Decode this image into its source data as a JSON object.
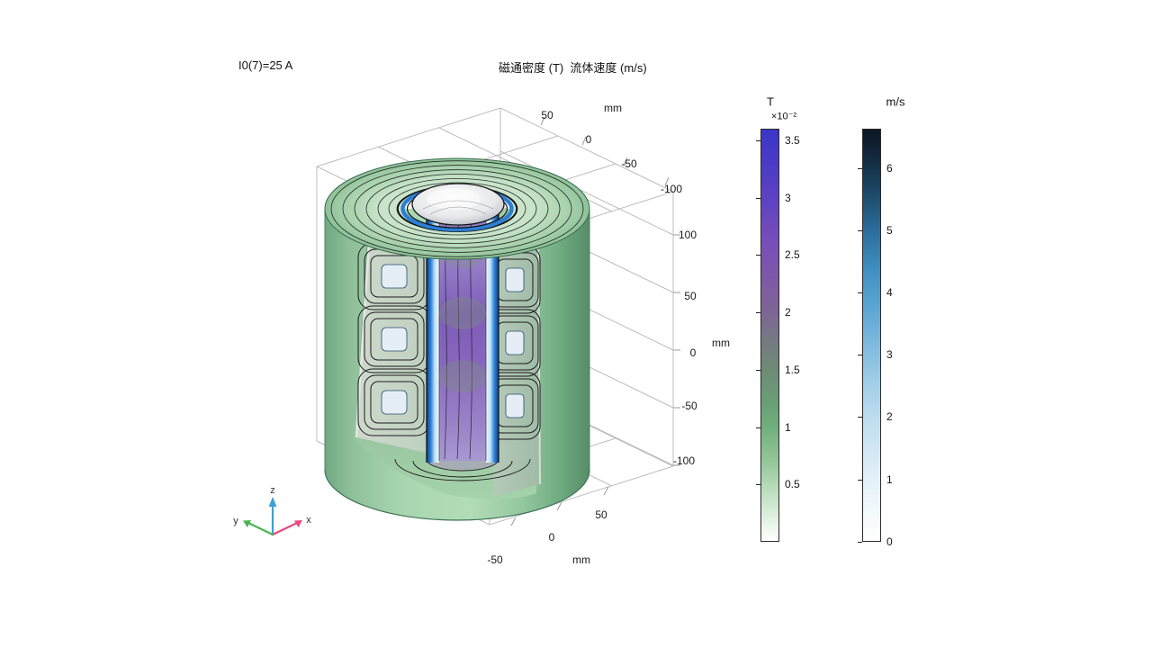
{
  "titles": {
    "param": "I0(7)=25 A",
    "plot": "磁通密度 (T)  流体速度 (m/s)"
  },
  "axes": {
    "y_top": {
      "ticks": [
        "50",
        "0",
        "-50",
        "-100"
      ],
      "unit": "mm"
    },
    "z_right": {
      "ticks": [
        "100",
        "50",
        "0",
        "-50",
        "-100"
      ],
      "unit": "mm"
    },
    "x_bottom": {
      "ticks": [
        "50",
        "0",
        "-50"
      ],
      "unit": "mm"
    }
  },
  "triad": {
    "x": "x",
    "y": "y",
    "z": "z"
  },
  "colorbars": {
    "T": {
      "label": "T",
      "multiplier": "×10⁻²",
      "ticks": [
        "3.5",
        "3",
        "2.5",
        "2",
        "1.5",
        "1",
        "0.5"
      ],
      "top_color": "#3a36c8",
      "bottom_color": "#ffffff"
    },
    "velocity": {
      "label": "m/s",
      "ticks": [
        "6",
        "5",
        "4",
        "3",
        "2",
        "1",
        "0"
      ],
      "top_color": "#0c1623",
      "bottom_color": "#ffffff"
    }
  },
  "chart_data": {
    "type": "heatmap",
    "title": "磁通密度 (T)  流体速度 (m/s)",
    "annotation": "I0(7)=25 A",
    "plot_kind": "3D cutaway cylinder simulation view: magnetic flux density contours with fluid velocity color surface",
    "axes": {
      "x": {
        "unit": "mm",
        "ticks": [
          50,
          0,
          -50
        ]
      },
      "y": {
        "unit": "mm",
        "ticks": [
          50,
          0,
          -50,
          -100
        ]
      },
      "z": {
        "unit": "mm",
        "ticks": [
          100,
          50,
          0,
          -50,
          -100
        ]
      }
    },
    "colorbars": [
      {
        "name": "磁通密度",
        "unit": "T",
        "scale_multiplier": "×10⁻²",
        "min": 0,
        "max": 3.6,
        "tick_values": [
          3.5,
          3,
          2.5,
          2,
          1.5,
          1,
          0.5
        ],
        "gradient_top_to_bottom": [
          "#3a36c8",
          "#5e42c2",
          "#7a4fb8",
          "#7d6595",
          "#6f8a76",
          "#6fae7c",
          "#95c79a",
          "#c2e2c4",
          "#ffffff"
        ]
      },
      {
        "name": "流体速度",
        "unit": "m/s",
        "min": 0,
        "max": 6.6,
        "tick_values": [
          6,
          5,
          4,
          3,
          2,
          1,
          0
        ],
        "gradient_top_to_bottom": [
          "#0c1623",
          "#1c4766",
          "#2b6f9e",
          "#3f8fc0",
          "#7db9de",
          "#bcdcef",
          "#eef6fb",
          "#ffffff"
        ]
      }
    ]
  }
}
